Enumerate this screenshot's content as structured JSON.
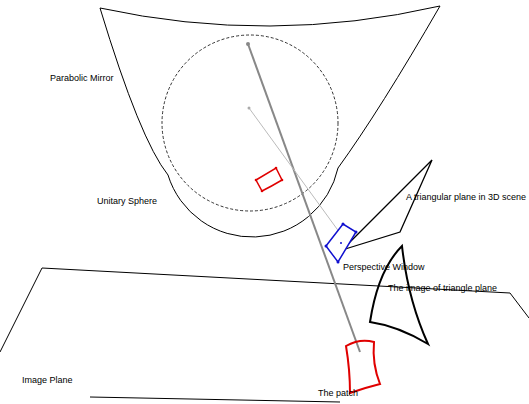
{
  "diagram": {
    "labels": [
      "Parabolic Mirror",
      "Unitary Sphere",
      "A triangular plane in 3D scene",
      "Perspective Window",
      "The image of triangle plane",
      "Image Plane",
      "The patch"
    ]
  }
}
